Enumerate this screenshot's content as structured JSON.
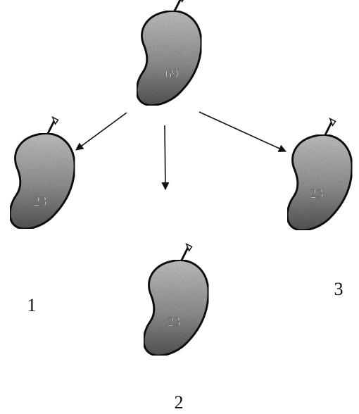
{
  "mangoes": {
    "source": {
      "number": "69"
    },
    "group_1": {
      "number": "23",
      "label": "1"
    },
    "group_2": {
      "number": "23",
      "label": "2"
    },
    "group_3": {
      "number": "23",
      "label": "3"
    }
  },
  "colors": {
    "mango_light": "#bdbdbd",
    "mango_dark": "#5a5a5a",
    "outline": "#111111"
  }
}
